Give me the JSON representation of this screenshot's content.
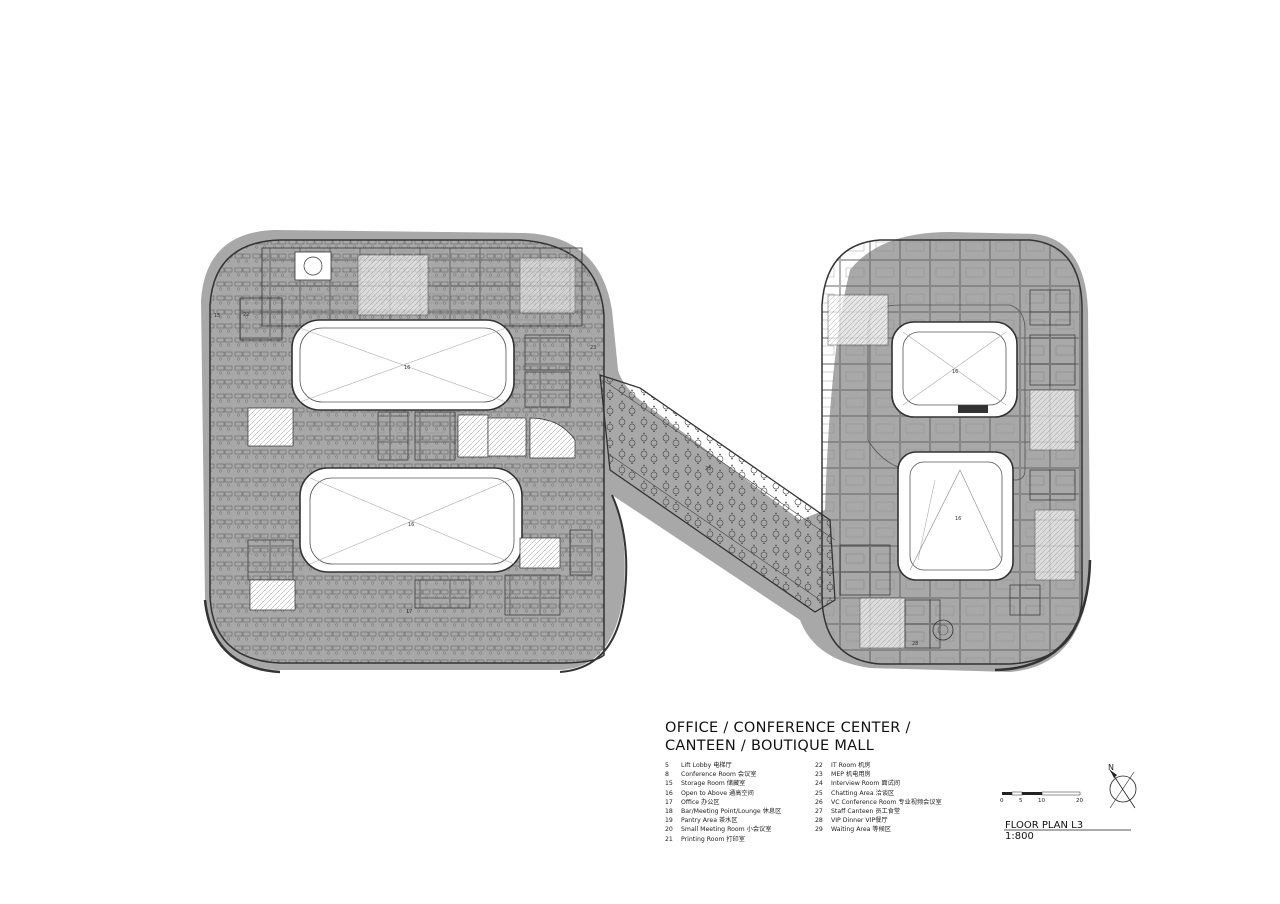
{
  "title": {
    "line1": "OFFICE / CONFERENCE CENTER /",
    "line2": "CANTEEN / BOUTIQUE MALL"
  },
  "legend": {
    "left": [
      {
        "num": "5",
        "text": "Lift Lobby 电梯厅"
      },
      {
        "num": "8",
        "text": "Conference Room 会议室"
      },
      {
        "num": "15",
        "text": "Storage Room 储藏室"
      },
      {
        "num": "16",
        "text": "Open to Above 通高空间"
      },
      {
        "num": "17",
        "text": "Office 办公区"
      },
      {
        "num": "18",
        "text": "Bar/Meeting Point/Lounge 休息区"
      },
      {
        "num": "19",
        "text": "Pantry Area 茶水区"
      },
      {
        "num": "20",
        "text": "Small Meeting Room 小会议室"
      },
      {
        "num": "21",
        "text": "Printing Room 打印室"
      }
    ],
    "right": [
      {
        "num": "22",
        "text": "IT Room 机房"
      },
      {
        "num": "23",
        "text": "MEP 机电用房"
      },
      {
        "num": "24",
        "text": "Interview Room 面试间"
      },
      {
        "num": "25",
        "text": "Chatting Area 洽谈区"
      },
      {
        "num": "26",
        "text": "VC Conference Room 专业视频会议室"
      },
      {
        "num": "27",
        "text": "Staff Canteen 员工食堂"
      },
      {
        "num": "28",
        "text": "VIP Dinner VIP餐厅"
      },
      {
        "num": "29",
        "text": "Waiting Area 等候区"
      }
    ]
  },
  "plan": {
    "name": "FLOOR PLAN L3",
    "scale": "1:800"
  },
  "scale_bar": {
    "ticks": [
      "0",
      "5",
      "10",
      "20"
    ]
  },
  "north": {
    "label": "N"
  },
  "area_labels": {
    "void": "16",
    "office": "17",
    "storage": "15",
    "it": "22",
    "mep": "23",
    "chatting": "25",
    "vip": "28"
  }
}
